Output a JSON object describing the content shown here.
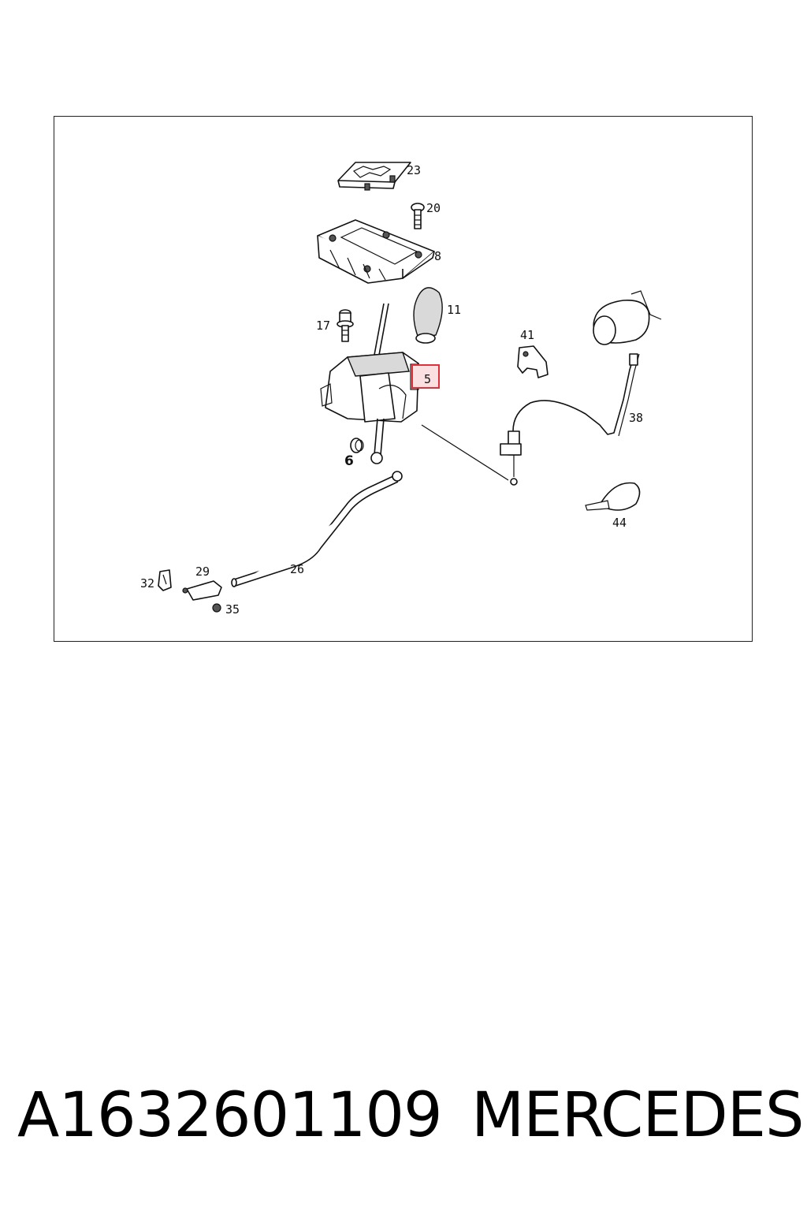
{
  "diagram": {
    "callouts": {
      "c23": "23",
      "c20": "20",
      "c8": "8",
      "c11": "11",
      "c17": "17",
      "c41": "41",
      "c5": "5",
      "c38": "38",
      "c6": "6",
      "c44": "44",
      "c26": "26",
      "c29": "29",
      "c32": "32",
      "c35": "35"
    },
    "highlighted_callout": "5",
    "highlight_color": "#e0303a"
  },
  "footer": {
    "part_number": "A1632601109",
    "brand": "MERCEDES"
  }
}
